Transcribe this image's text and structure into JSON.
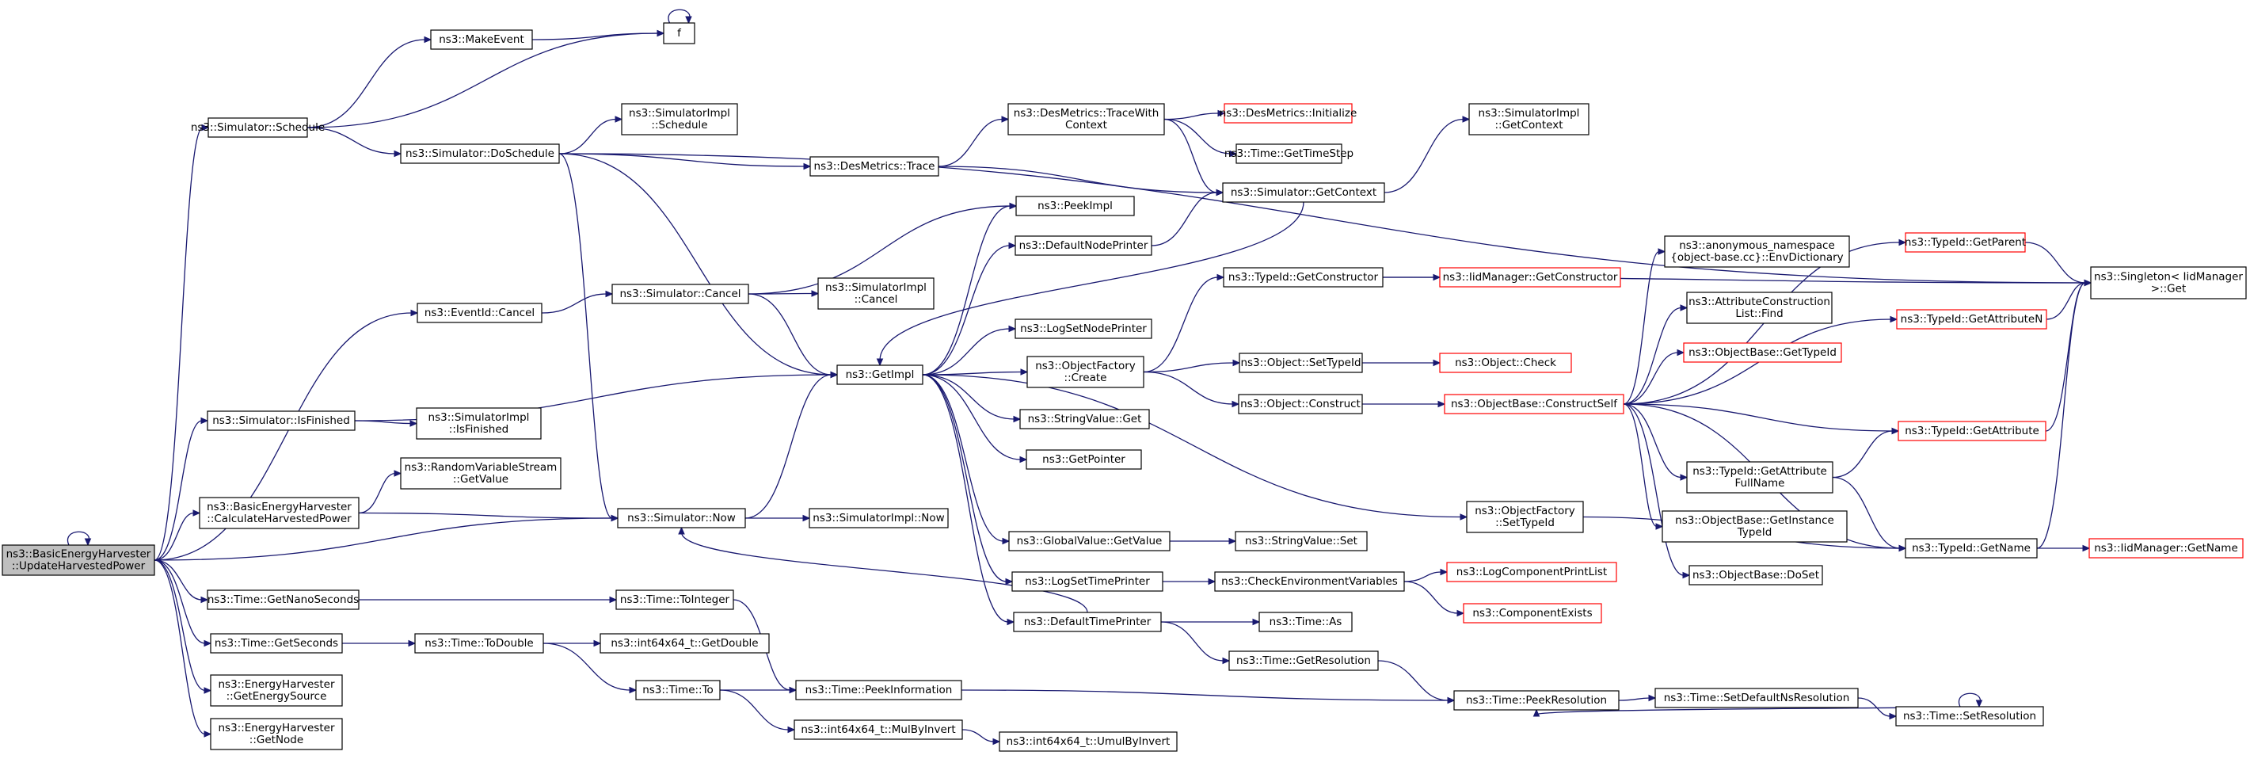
{
  "diagram": {
    "title": "",
    "colors": {
      "edge": "#191970",
      "node_border": "#000000",
      "truncated_border": "#ff0000",
      "root_fill": "#bfbfbf"
    },
    "nodes": [
      {
        "id": "root",
        "lines": [
          "ns3::BasicEnergyHarvester",
          "::UpdateHarvestedPower"
        ],
        "style": "root"
      },
      {
        "id": "schedule",
        "lines": [
          "ns3::Simulator::Schedule"
        ]
      },
      {
        "id": "makeevent",
        "lines": [
          "ns3::MakeEvent"
        ]
      },
      {
        "id": "f",
        "lines": [
          "f"
        ]
      },
      {
        "id": "doschedule",
        "lines": [
          "ns3::Simulator::DoSchedule"
        ]
      },
      {
        "id": "simimpl_schedule",
        "lines": [
          "ns3::SimulatorImpl",
          "::Schedule"
        ]
      },
      {
        "id": "desmetrics_tracewith",
        "lines": [
          "ns3::DesMetrics::TraceWith",
          "Context"
        ]
      },
      {
        "id": "desmetrics_init",
        "lines": [
          "ns3::DesMetrics::Initialize"
        ],
        "style": "red"
      },
      {
        "id": "time_gettimestep",
        "lines": [
          "ns3::Time::GetTimeStep"
        ]
      },
      {
        "id": "desmetrics_trace",
        "lines": [
          "ns3::DesMetrics::Trace"
        ]
      },
      {
        "id": "sim_getcontext",
        "lines": [
          "ns3::Simulator::GetContext"
        ]
      },
      {
        "id": "simimpl_getcontext",
        "lines": [
          "ns3::SimulatorImpl",
          "::GetContext"
        ]
      },
      {
        "id": "singleton_get",
        "lines": [
          "ns3::Singleton< IidManager",
          " >::Get"
        ]
      },
      {
        "id": "peekimpl",
        "lines": [
          "ns3::PeekImpl"
        ]
      },
      {
        "id": "defaultnodeprinter",
        "lines": [
          "ns3::DefaultNodePrinter"
        ]
      },
      {
        "id": "typeid_getconstructor",
        "lines": [
          "ns3::TypeId::GetConstructor"
        ]
      },
      {
        "id": "iidmanager_getconstructor",
        "lines": [
          "ns3::IidManager::GetConstructor"
        ],
        "style": "red"
      },
      {
        "id": "anon_envdict",
        "lines": [
          "ns3::anonymous_namespace",
          "{object-base.cc}::EnvDictionary"
        ]
      },
      {
        "id": "typeid_getparent",
        "lines": [
          "ns3::TypeId::GetParent"
        ],
        "style": "red"
      },
      {
        "id": "eventid_cancel",
        "lines": [
          "ns3::EventId::Cancel"
        ]
      },
      {
        "id": "sim_cancel",
        "lines": [
          "ns3::Simulator::Cancel"
        ]
      },
      {
        "id": "simimpl_cancel",
        "lines": [
          "ns3::SimulatorImpl",
          "::Cancel"
        ]
      },
      {
        "id": "logsetnodeprinter",
        "lines": [
          "ns3::LogSetNodePrinter"
        ]
      },
      {
        "id": "attrconstruction_find",
        "lines": [
          "ns3::AttributeConstruction",
          "List::Find"
        ]
      },
      {
        "id": "typeid_getattributen",
        "lines": [
          "ns3::TypeId::GetAttributeN"
        ],
        "style": "red"
      },
      {
        "id": "getimpl",
        "lines": [
          "ns3::GetImpl"
        ]
      },
      {
        "id": "objfactory_create",
        "lines": [
          "ns3::ObjectFactory",
          "::Create"
        ]
      },
      {
        "id": "object_settypeid",
        "lines": [
          "ns3::Object::SetTypeId"
        ]
      },
      {
        "id": "object_check",
        "lines": [
          "ns3::Object::Check"
        ],
        "style": "red"
      },
      {
        "id": "objbase_gettypeid",
        "lines": [
          "ns3::ObjectBase::GetTypeId"
        ],
        "style": "red"
      },
      {
        "id": "sim_isfinished",
        "lines": [
          "ns3::Simulator::IsFinished"
        ]
      },
      {
        "id": "simimpl_isfinished",
        "lines": [
          "ns3::SimulatorImpl",
          "::IsFinished"
        ]
      },
      {
        "id": "stringvalue_get",
        "lines": [
          "ns3::StringValue::Get"
        ]
      },
      {
        "id": "object_construct",
        "lines": [
          "ns3::Object::Construct"
        ]
      },
      {
        "id": "objbase_constructself",
        "lines": [
          "ns3::ObjectBase::ConstructSelf"
        ],
        "style": "red"
      },
      {
        "id": "typeid_getattribute",
        "lines": [
          "ns3::TypeId::GetAttribute"
        ],
        "style": "red"
      },
      {
        "id": "rvs_getvalue",
        "lines": [
          "ns3::RandomVariableStream",
          "::GetValue"
        ]
      },
      {
        "id": "getpointer",
        "lines": [
          "ns3::GetPointer"
        ]
      },
      {
        "id": "typeid_getattrfullname",
        "lines": [
          "ns3::TypeId::GetAttribute",
          "FullName"
        ]
      },
      {
        "id": "calcharvested",
        "lines": [
          "ns3::BasicEnergyHarvester",
          "::CalculateHarvestedPower"
        ]
      },
      {
        "id": "sim_now",
        "lines": [
          "ns3::Simulator::Now"
        ]
      },
      {
        "id": "simimpl_now",
        "lines": [
          "ns3::SimulatorImpl::Now"
        ]
      },
      {
        "id": "objfactory_settypeid",
        "lines": [
          "ns3::ObjectFactory",
          "::SetTypeId"
        ]
      },
      {
        "id": "objbase_getinstancetypeid",
        "lines": [
          "ns3::ObjectBase::GetInstance",
          "TypeId"
        ]
      },
      {
        "id": "globalvalue_getvalue",
        "lines": [
          "ns3::GlobalValue::GetValue"
        ]
      },
      {
        "id": "stringvalue_set",
        "lines": [
          "ns3::StringValue::Set"
        ]
      },
      {
        "id": "typeid_getname",
        "lines": [
          "ns3::TypeId::GetName"
        ]
      },
      {
        "id": "iidmanager_getname",
        "lines": [
          "ns3::IidManager::GetName"
        ],
        "style": "red"
      },
      {
        "id": "logsettimeprinter",
        "lines": [
          "ns3::LogSetTimePrinter"
        ]
      },
      {
        "id": "checkenvvars",
        "lines": [
          "ns3::CheckEnvironmentVariables"
        ]
      },
      {
        "id": "logcomponentprintlist",
        "lines": [
          "ns3::LogComponentPrintList"
        ],
        "style": "red"
      },
      {
        "id": "objbase_doset",
        "lines": [
          "ns3::ObjectBase::DoSet"
        ]
      },
      {
        "id": "time_getnanoseconds",
        "lines": [
          "ns3::Time::GetNanoSeconds"
        ]
      },
      {
        "id": "time_tointeger",
        "lines": [
          "ns3::Time::ToInteger"
        ]
      },
      {
        "id": "componentexists",
        "lines": [
          "ns3::ComponentExists"
        ],
        "style": "red"
      },
      {
        "id": "defaulttimeprinter",
        "lines": [
          "ns3::DefaultTimePrinter"
        ]
      },
      {
        "id": "time_as",
        "lines": [
          "ns3::Time::As"
        ]
      },
      {
        "id": "time_getseconds",
        "lines": [
          "ns3::Time::GetSeconds"
        ]
      },
      {
        "id": "time_todouble",
        "lines": [
          "ns3::Time::ToDouble"
        ]
      },
      {
        "id": "int64_getdouble",
        "lines": [
          "ns3::int64x64_t::GetDouble"
        ]
      },
      {
        "id": "time_getresolution",
        "lines": [
          "ns3::Time::GetResolution"
        ]
      },
      {
        "id": "eh_getenergysource",
        "lines": [
          "ns3::EnergyHarvester",
          "::GetEnergySource"
        ]
      },
      {
        "id": "time_to",
        "lines": [
          "ns3::Time::To"
        ]
      },
      {
        "id": "time_peekinfo",
        "lines": [
          "ns3::Time::PeekInformation"
        ]
      },
      {
        "id": "time_peekresolution",
        "lines": [
          "ns3::Time::PeekResolution"
        ]
      },
      {
        "id": "time_setdefaultns",
        "lines": [
          "ns3::Time::SetDefaultNsResolution"
        ]
      },
      {
        "id": "time_setresolution",
        "lines": [
          "ns3::Time::SetResolution"
        ]
      },
      {
        "id": "int64_mulbyinvert",
        "lines": [
          "ns3::int64x64_t::MulByInvert"
        ]
      },
      {
        "id": "int64_umulbyinvert",
        "lines": [
          "ns3::int64x64_t::UmulByInvert"
        ]
      },
      {
        "id": "eh_getnode",
        "lines": [
          "ns3::EnergyHarvester",
          "::GetNode"
        ]
      }
    ],
    "edges": [
      {
        "from": "root",
        "to": "root",
        "self": true
      },
      {
        "from": "root",
        "to": "schedule"
      },
      {
        "from": "root",
        "to": "eventid_cancel"
      },
      {
        "from": "root",
        "to": "sim_isfinished"
      },
      {
        "from": "root",
        "to": "calcharvested"
      },
      {
        "from": "root",
        "to": "sim_now"
      },
      {
        "from": "root",
        "to": "time_getnanoseconds"
      },
      {
        "from": "root",
        "to": "time_getseconds"
      },
      {
        "from": "root",
        "to": "eh_getenergysource"
      },
      {
        "from": "root",
        "to": "eh_getnode"
      },
      {
        "from": "schedule",
        "to": "makeevent"
      },
      {
        "from": "schedule",
        "to": "f"
      },
      {
        "from": "schedule",
        "to": "doschedule"
      },
      {
        "from": "makeevent",
        "to": "f"
      },
      {
        "from": "f",
        "to": "f",
        "self": true
      },
      {
        "from": "doschedule",
        "to": "simimpl_schedule"
      },
      {
        "from": "doschedule",
        "to": "desmetrics_trace"
      },
      {
        "from": "doschedule",
        "to": "singleton_get"
      },
      {
        "from": "doschedule",
        "to": "getimpl"
      },
      {
        "from": "doschedule",
        "to": "sim_now"
      },
      {
        "from": "desmetrics_trace",
        "to": "desmetrics_tracewith"
      },
      {
        "from": "desmetrics_trace",
        "to": "sim_getcontext"
      },
      {
        "from": "desmetrics_tracewith",
        "to": "desmetrics_init"
      },
      {
        "from": "desmetrics_tracewith",
        "to": "time_gettimestep"
      },
      {
        "from": "desmetrics_tracewith",
        "to": "sim_getcontext"
      },
      {
        "from": "sim_getcontext",
        "to": "simimpl_getcontext"
      },
      {
        "from": "sim_getcontext",
        "to": "getimpl"
      },
      {
        "from": "eventid_cancel",
        "to": "sim_cancel"
      },
      {
        "from": "sim_cancel",
        "to": "simimpl_cancel"
      },
      {
        "from": "sim_cancel",
        "to": "peekimpl"
      },
      {
        "from": "sim_cancel",
        "to": "getimpl"
      },
      {
        "from": "sim_isfinished",
        "to": "simimpl_isfinished"
      },
      {
        "from": "sim_isfinished",
        "to": "getimpl"
      },
      {
        "from": "calcharvested",
        "to": "rvs_getvalue"
      },
      {
        "from": "calcharvested",
        "to": "sim_now"
      },
      {
        "from": "sim_now",
        "to": "simimpl_now"
      },
      {
        "from": "sim_now",
        "to": "getimpl"
      },
      {
        "from": "getimpl",
        "to": "peekimpl"
      },
      {
        "from": "getimpl",
        "to": "defaultnodeprinter"
      },
      {
        "from": "getimpl",
        "to": "logsetnodeprinter"
      },
      {
        "from": "getimpl",
        "to": "objfactory_create"
      },
      {
        "from": "getimpl",
        "to": "stringvalue_get"
      },
      {
        "from": "getimpl",
        "to": "getpointer"
      },
      {
        "from": "getimpl",
        "to": "objfactory_settypeid"
      },
      {
        "from": "getimpl",
        "to": "globalvalue_getvalue"
      },
      {
        "from": "getimpl",
        "to": "logsettimeprinter"
      },
      {
        "from": "getimpl",
        "to": "defaulttimeprinter"
      },
      {
        "from": "defaultnodeprinter",
        "to": "sim_getcontext"
      },
      {
        "from": "objfactory_create",
        "to": "typeid_getconstructor"
      },
      {
        "from": "objfactory_create",
        "to": "object_settypeid"
      },
      {
        "from": "objfactory_create",
        "to": "object_construct"
      },
      {
        "from": "typeid_getconstructor",
        "to": "iidmanager_getconstructor"
      },
      {
        "from": "typeid_getconstructor",
        "to": "singleton_get"
      },
      {
        "from": "object_settypeid",
        "to": "object_check"
      },
      {
        "from": "object_construct",
        "to": "objbase_constructself"
      },
      {
        "from": "objbase_constructself",
        "to": "anon_envdict"
      },
      {
        "from": "objbase_constructself",
        "to": "typeid_getparent"
      },
      {
        "from": "objbase_constructself",
        "to": "attrconstruction_find"
      },
      {
        "from": "objbase_constructself",
        "to": "typeid_getattributen"
      },
      {
        "from": "objbase_constructself",
        "to": "objbase_gettypeid"
      },
      {
        "from": "objbase_constructself",
        "to": "typeid_getattribute"
      },
      {
        "from": "objbase_constructself",
        "to": "typeid_getattrfullname"
      },
      {
        "from": "objbase_constructself",
        "to": "objbase_getinstancetypeid"
      },
      {
        "from": "objbase_constructself",
        "to": "objbase_doset"
      },
      {
        "from": "objbase_constructself",
        "to": "typeid_getname"
      },
      {
        "from": "typeid_getparent",
        "to": "singleton_get"
      },
      {
        "from": "typeid_getattributen",
        "to": "singleton_get"
      },
      {
        "from": "typeid_getattribute",
        "to": "singleton_get"
      },
      {
        "from": "typeid_getattrfullname",
        "to": "typeid_getattribute"
      },
      {
        "from": "typeid_getattrfullname",
        "to": "typeid_getname"
      },
      {
        "from": "typeid_getname",
        "to": "singleton_get"
      },
      {
        "from": "typeid_getname",
        "to": "iidmanager_getname"
      },
      {
        "from": "objfactory_settypeid",
        "to": "typeid_getname"
      },
      {
        "from": "globalvalue_getvalue",
        "to": "stringvalue_set"
      },
      {
        "from": "logsettimeprinter",
        "to": "checkenvvars"
      },
      {
        "from": "checkenvvars",
        "to": "logcomponentprintlist"
      },
      {
        "from": "checkenvvars",
        "to": "componentexists"
      },
      {
        "from": "defaulttimeprinter",
        "to": "sim_now"
      },
      {
        "from": "defaulttimeprinter",
        "to": "time_as"
      },
      {
        "from": "defaulttimeprinter",
        "to": "time_getresolution"
      },
      {
        "from": "time_getresolution",
        "to": "time_peekresolution"
      },
      {
        "from": "time_getnanoseconds",
        "to": "time_tointeger"
      },
      {
        "from": "time_tointeger",
        "to": "time_peekinfo"
      },
      {
        "from": "time_getseconds",
        "to": "time_todouble"
      },
      {
        "from": "time_todouble",
        "to": "int64_getdouble"
      },
      {
        "from": "time_todouble",
        "to": "time_to"
      },
      {
        "from": "time_to",
        "to": "time_peekinfo"
      },
      {
        "from": "time_to",
        "to": "int64_mulbyinvert"
      },
      {
        "from": "int64_mulbyinvert",
        "to": "int64_umulbyinvert"
      },
      {
        "from": "time_peekinfo",
        "to": "time_peekresolution"
      },
      {
        "from": "time_peekresolution",
        "to": "time_setdefaultns"
      },
      {
        "from": "time_setdefaultns",
        "to": "time_setresolution"
      },
      {
        "from": "time_setresolution",
        "to": "time_peekresolution"
      },
      {
        "from": "time_setresolution",
        "to": "time_setresolution",
        "self": true
      }
    ]
  }
}
